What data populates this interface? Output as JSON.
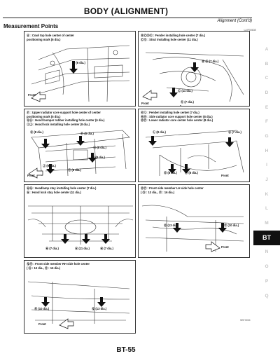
{
  "header": {
    "title": "BODY (ALIGNMENT)",
    "subtitle": "Alignment (Cont'd)"
  },
  "section": {
    "title": "Measurement Points"
  },
  "figure_ids": {
    "top": "LAIF0063E",
    "bottom": "SBT3004"
  },
  "sidebar": {
    "tabs": [
      "A",
      "B",
      "C",
      "D",
      "E",
      "F",
      "G",
      "H",
      "I",
      "J",
      "K",
      "L",
      "M",
      "BT",
      "N",
      "O",
      "P",
      "Q"
    ]
  },
  "panels": {
    "p1": {
      "caption": [
        "Ⓐ : Cowl top hole center of center",
        "positioning mark (6 dia.)"
      ],
      "labels": [
        "Ⓐ (6 dia.)",
        "Front"
      ]
    },
    "p2": {
      "caption": [
        "ⒷⒸⒹⒺ : Fender installing hole center (7 dia.)",
        "ⒸⒺ : Strut installing hole center (11 dia.)"
      ],
      "labels": [
        "Ⓑ Ⓓ (7 dia.)",
        "Ⓒ (11 dia.)",
        "Ⓔ (7 dia.)",
        "Front"
      ]
    },
    "p3": {
      "caption": [
        "Ⓕ : Upper radiator core support hole center of center",
        "positioning mark (5 dia.)",
        "ⒼⒽ : Hood bumper rubber installing hole center (6 dia.)",
        "ⒾⒿ : Hood lock installing hole center (8 dia.)"
      ],
      "labels": [
        "Ⓖ (8 dia.)",
        "Ⓕ (5 dia.)",
        "Ⓘ (8 dia.)",
        "Ⓗ (8 dia.)",
        "Ⓙ (9 dia.)",
        "Ⓚ (8 dia.)",
        "Front"
      ]
    },
    "p4": {
      "caption": [
        "ⓀⓁ : Fender installing hole center (7 dia.)",
        "ⓂⓃ : Side radiator core support hole center (8 dia.)",
        "ⓄⓅ : Lower radiator core center hole center (8 dia.)"
      ],
      "labels": [
        "Ⓛ (8 dia.)",
        "Ⓝ (7 dia.)",
        "Ⓞ (8 dia.)",
        "Ⓟ (8 dia.)",
        "Front"
      ]
    },
    "p5": {
      "caption": [
        "ⓂⓂ : Headlamp stay installing hole center (7 dia.)",
        "Ⓝ : Hood lock stay hole center (11 dia.)"
      ],
      "labels": [
        "Ⓜ (7 dia.)",
        "Ⓝ (11 dia.)",
        "Ⓜ (7 dia.)"
      ]
    },
    "p6": {
      "caption": [
        "ⓄⓅ : Front side member LH side hole center",
        "( Ⓞ : 13 dia., Ⓟ : 16 dia.)"
      ],
      "labels": [
        "Ⓞ (13 dia.)",
        "Ⓟ (10 dia.)",
        "Front"
      ]
    },
    "p7": {
      "caption": [
        "ⓆⓇ : Front side member RH side hole center",
        "( Ⓠ : 13 dia., Ⓡ : 16 dia.)"
      ],
      "labels": [
        "Ⓡ (10 dia.)",
        "Ⓠ (13 dia.)",
        "Front"
      ]
    }
  },
  "page": {
    "number": "BT-55"
  }
}
